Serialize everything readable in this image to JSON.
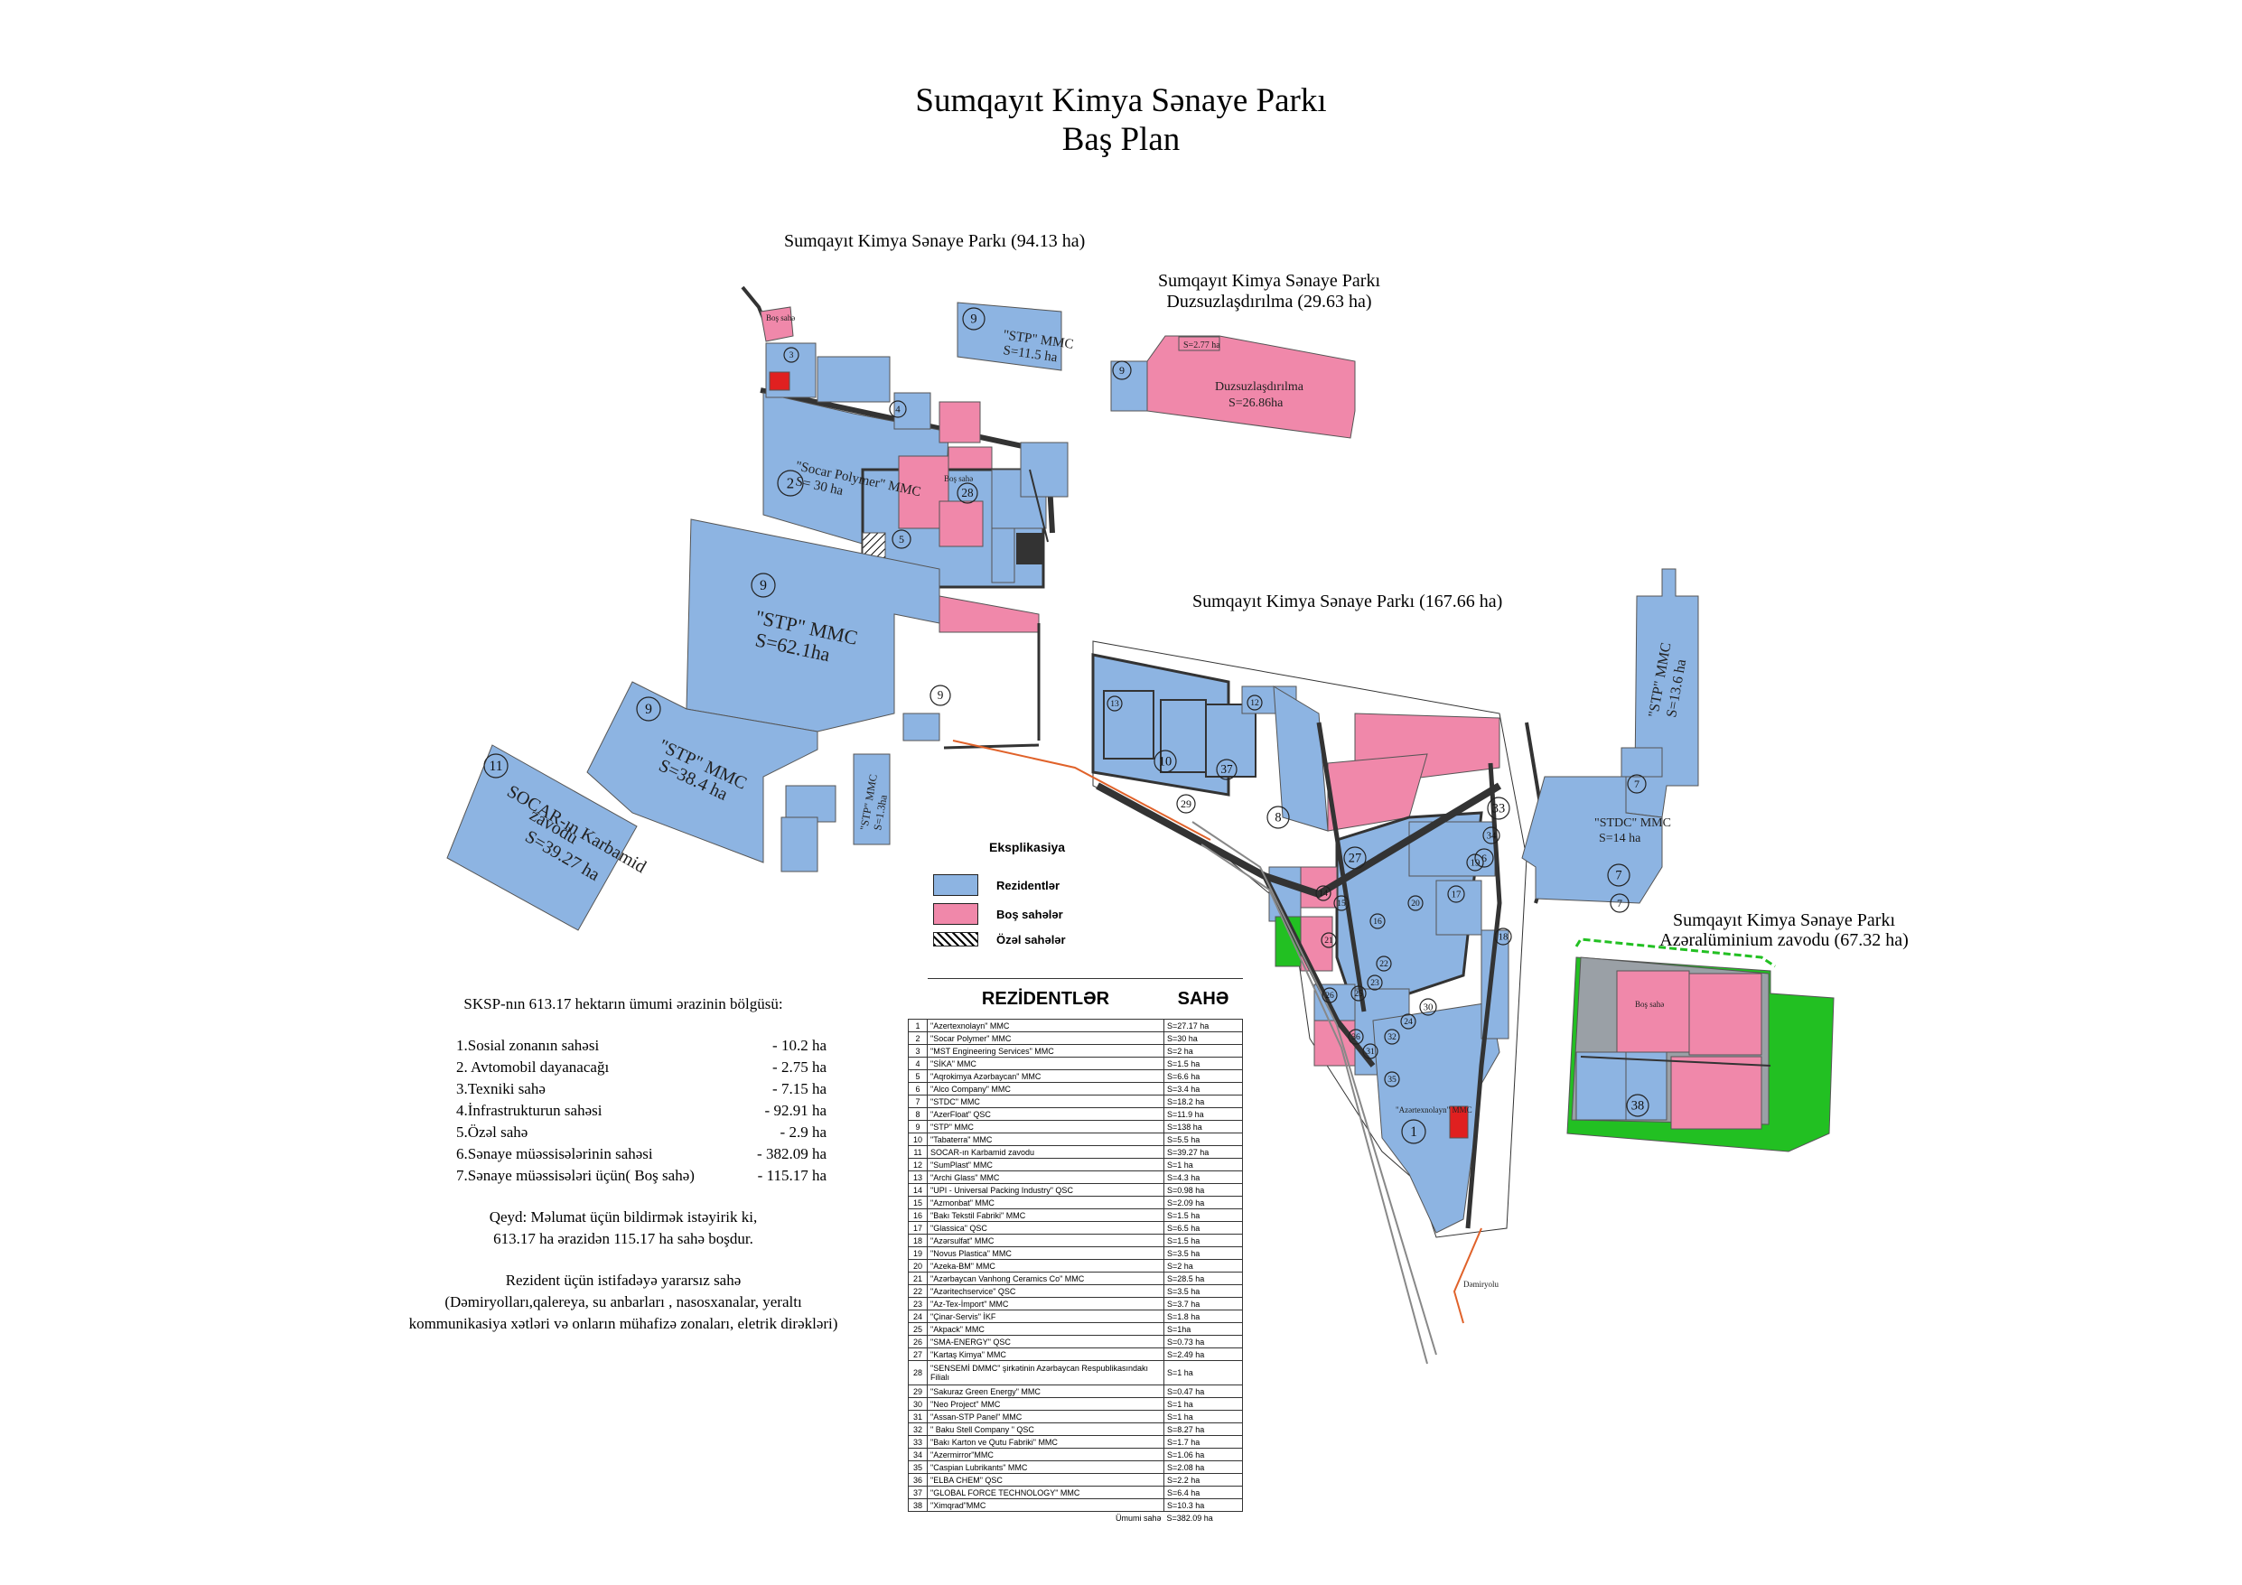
{
  "title": {
    "line1": "Sumqayıt Kimya Sənaye Parkı",
    "line2": "Baş Plan"
  },
  "zones": {
    "z1": "Sumqayıt Kimya Sənaye Parkı (94.13 ha)",
    "z2_line1": "Sumqayıt Kimya Sənaye Parkı",
    "z2_line2": "Duzsuzlaşdırılma (29.63 ha)",
    "z3": "Sumqayıt Kimya Sənaye Parkı (167.66 ha)",
    "z4_line1": "Sumqayıt Kimya Sənaye Parkı",
    "z4_line2": "Azəralüminium zavodu (67.32 ha)"
  },
  "parcels": {
    "socar_polymer_l1": "\"Socar Polymer\" MMC",
    "socar_polymer_l2": "S= 30 ha",
    "stp_main_l1": "\"STP\" MMC",
    "stp_main_l2": "S=62.1ha",
    "stp_38_l1": "\"STP\" MMC",
    "stp_38_l2": "S=38.4 ha",
    "socar_karbamid_l1": "SOCAR-ın Karbamid",
    "socar_karbamid_l2": "zavodu",
    "socar_karbamid_l3": "S=39.27 ha",
    "stp_top_l1": "\"STP\" MMC",
    "stp_top_l2": "S=11.5 ha",
    "duzsuz_l1": "Duzsuzlaşdırılma",
    "duzsuz_l2": "S=26.86ha",
    "duzsuz_small": "S=2.77 ha",
    "stp_right_l1": "\"STP\" MMC",
    "stp_right_l2": "S=13.6 ha",
    "stdc_l1": "\"STDC\" MMC",
    "stdc_l2": "S=14 ha",
    "stp_small_l1": "\"STP\" MMC",
    "stp_small_l2": "S=1.3ha",
    "bos_top": "Boş sahə",
    "bos_mid": "Boş sahə",
    "bos_aze": "Boş sahə",
    "azerteks": "\"Azərtexnolayn\" MMC",
    "dentiyolu": "Dəmiryolu"
  },
  "circle_numbers": [
    "2",
    "9",
    "9",
    "9",
    "9",
    "9",
    "11",
    "1",
    "3",
    "4",
    "5",
    "6",
    "7",
    "7",
    "7",
    "8",
    "10",
    "12",
    "13",
    "14",
    "15",
    "16",
    "17",
    "18",
    "19",
    "20",
    "21",
    "22",
    "23",
    "24",
    "25",
    "26",
    "27",
    "28",
    "29",
    "30",
    "31",
    "32",
    "33",
    "34",
    "35",
    "36",
    "37",
    "38"
  ],
  "legend": {
    "title": "Eksplikasiya",
    "items": [
      {
        "label": "Rezidentlər",
        "color": "#8db4e2"
      },
      {
        "label": "Boş sahələr",
        "color": "#f088aa"
      },
      {
        "label": "Özəl sahələr",
        "color": "hatch"
      }
    ]
  },
  "summary": {
    "heading": "SKSP-nın 613.17 hektarın ümumi ərazinin bölgüsü:",
    "rows": [
      {
        "label": "1.Sosial zonanın sahəsi",
        "value": "- 10.2 ha"
      },
      {
        "label": "2. Avtomobil dayanacağı",
        "value": "- 2.75 ha"
      },
      {
        "label": "3.Texniki sahə",
        "value": "- 7.15 ha"
      },
      {
        "label": "4.İnfrastrukturun  sahəsi",
        "value": "- 92.91 ha"
      },
      {
        "label": "5.Özəl sahə",
        "value": "- 2.9 ha"
      },
      {
        "label": "6.Sənaye müəssisələrinin sahəsi",
        "value": "- 382.09 ha"
      },
      {
        "label": "7.Sənaye müəssisələri üçün( Boş sahə)",
        "value": "- 115.17 ha"
      }
    ],
    "note_l1": "Qeyd: Məlumat üçün bildirmək istəyirik ki,",
    "note_l2": "613.17 ha ərazidən  115.17 ha sahə boşdur.",
    "note2_l1": "Rezident üçün istifadəyə yararsız sahə",
    "note2_l2": "(Dəmiryolları,qalereya, su anbarları , nasosxanalar, yeraltı",
    "note2_l3": "kommunikasiya xətləri və onların mühafizə zonaları, eletrik dirəkləri)"
  },
  "residents": {
    "header_name": "REZİDENTLƏR",
    "header_area": "SAHƏ",
    "rows": [
      {
        "n": "1",
        "name": "\"Azertexnolayn\" MMC",
        "area": "S=27.17 ha"
      },
      {
        "n": "2",
        "name": "\"Socar Polymer\" MMC",
        "area": "S=30 ha"
      },
      {
        "n": "3",
        "name": "\"MST Engineering Services\" MMC",
        "area": "S=2 ha"
      },
      {
        "n": "4",
        "name": "\"SİKA\" MMC",
        "area": "S=1.5 ha"
      },
      {
        "n": "5",
        "name": "\"Aqrokimya Azərbaycan\" MMC",
        "area": "S=6.6 ha"
      },
      {
        "n": "6",
        "name": "\"Alco Company\" MMC",
        "area": "S=3.4 ha"
      },
      {
        "n": "7",
        "name": "\"STDC\" MMC",
        "area": "S=18.2 ha"
      },
      {
        "n": "8",
        "name": "\"AzerFloat\" QSC",
        "area": "S=11.9 ha"
      },
      {
        "n": "9",
        "name": "\"STP\" MMC",
        "area": "S=138 ha"
      },
      {
        "n": "10",
        "name": "\"Tabaterra\" MMC",
        "area": "S=5.5 ha"
      },
      {
        "n": "11",
        "name": "SOCAR-ın Karbamid zavodu",
        "area": "S=39.27 ha"
      },
      {
        "n": "12",
        "name": "\"SumPlast\" MMC",
        "area": "S=1 ha"
      },
      {
        "n": "13",
        "name": "\"Archi Glass\" MMC",
        "area": "S=4.3 ha"
      },
      {
        "n": "14",
        "name": "\"UPI - Universal Packing Industry\" QSC",
        "area": "S=0.98 ha"
      },
      {
        "n": "15",
        "name": "\"Azmonbat\" MMC",
        "area": "S=2.09 ha"
      },
      {
        "n": "16",
        "name": "\"Bakı Tekstil Fabriki\" MMC",
        "area": "S=1.5 ha"
      },
      {
        "n": "17",
        "name": "\"Glassica\" QSC",
        "area": "S=6.5 ha"
      },
      {
        "n": "18",
        "name": "\"Azərsulfat\" MMC",
        "area": "S=1.5 ha"
      },
      {
        "n": "19",
        "name": "\"Novus Plastica\" MMC",
        "area": "S=3.5 ha"
      },
      {
        "n": "20",
        "name": "\"Azeka-BM\" MMC",
        "area": "S=2 ha"
      },
      {
        "n": "21",
        "name": "\"Azərbaycan Vanhong Ceramics Co\" MMC",
        "area": "S=28.5 ha"
      },
      {
        "n": "22",
        "name": "\"Azəritechservice\" QSC",
        "area": "S=3.5 ha"
      },
      {
        "n": "23",
        "name": "\"Az-Tex-İmport\" MMC",
        "area": "S=3.7 ha"
      },
      {
        "n": "24",
        "name": "\"Çinar-Servis\" İKF",
        "area": "S=1.8 ha"
      },
      {
        "n": "25",
        "name": "\"Akpack\" MMC",
        "area": "S=1ha"
      },
      {
        "n": "26",
        "name": "\"SMA-ENERGY\" QSC",
        "area": "S=0.73 ha"
      },
      {
        "n": "27",
        "name": "\"Kartaş Kimya\" MMC",
        "area": "S=2.49 ha"
      },
      {
        "n": "28",
        "name": "\"SENSEMİ DMMC\" şirkətinin Azərbaycan Respublikasındakı Filialı",
        "area": "S=1 ha"
      },
      {
        "n": "29",
        "name": "\"Sakuraz Green Energy\" MMC",
        "area": "S=0.47 ha"
      },
      {
        "n": "30",
        "name": "\"Neo Project\"  MMC",
        "area": "S=1 ha"
      },
      {
        "n": "31",
        "name": "\"Assan-STP Panel\" MMC",
        "area": "S=1 ha"
      },
      {
        "n": "32",
        "name": "\" Baku Stell Company \" QSC",
        "area": "S=8.27 ha"
      },
      {
        "n": "33",
        "name": "\"Bakı Karton ve Qutu Fabriki\" MMC",
        "area": "S=1.7 ha"
      },
      {
        "n": "34",
        "name": "\"Azermirror\"MMC",
        "area": "S=1.06 ha"
      },
      {
        "n": "35",
        "name": "\"Caspian Lubrikants\" MMC",
        "area": "S=2.08 ha"
      },
      {
        "n": "36",
        "name": "\"ELBA CHEM\"  QSC",
        "area": "S=2.2 ha"
      },
      {
        "n": "37",
        "name": "\"GLOBAL FORCE  TECHNOLOGY\" MMC",
        "area": "S=6.4 ha"
      },
      {
        "n": "38",
        "name": "\"Ximqrad\"MMC",
        "area": "S=10.3 ha"
      }
    ],
    "total_label": "Ümumi sahə",
    "total_value": "S=382.09 ha"
  },
  "colors": {
    "resident": "#8db4e2",
    "empty": "#f088aa",
    "green": "#22c022",
    "road": "#333333",
    "rail_orange": "#e0622a"
  }
}
